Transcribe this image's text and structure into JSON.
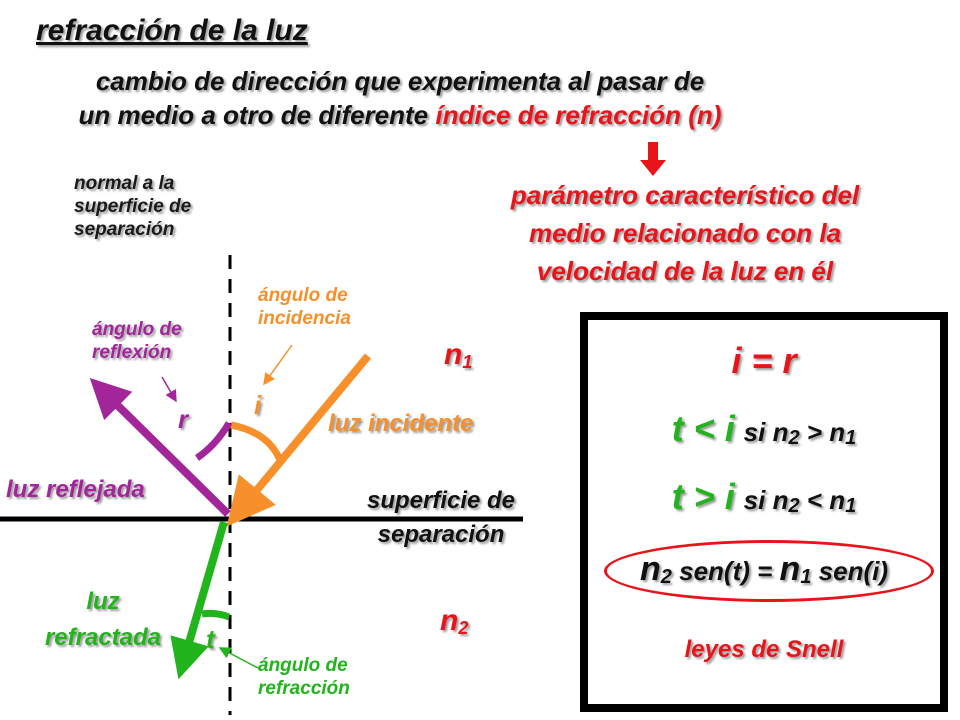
{
  "title": "refracción de la luz",
  "definition": {
    "line1": "cambio de dirección que experimenta  al pasar de",
    "line2_plain": "un medio a otro de diferente ",
    "line2_red": "índice de refracción (n)"
  },
  "parameter": {
    "line1": "parámetro característico del",
    "line2": "medio relacionado con la",
    "line3": "velocidad de la luz en él"
  },
  "labels": {
    "normal_1": "normal a la",
    "normal_2": "superficie de",
    "normal_3": "separación",
    "incidence_1": "ángulo de",
    "incidence_2": "incidencia",
    "reflection_1": "ángulo de",
    "reflection_2": "reflexión",
    "refraction_1": "ángulo de",
    "refraction_2": "refracción",
    "i": "i",
    "r": "r",
    "t": "t",
    "incident_light": "luz incidente",
    "reflected_light": "luz reflejada",
    "refracted_1": "luz",
    "refracted_2": "refractada",
    "surface_1": "superficie de",
    "surface_2": "separación",
    "n1": "n",
    "n1_sub": "1",
    "n2": "n",
    "n2_sub": "2"
  },
  "laws": {
    "law1": "i = r",
    "law2_main": "t < i",
    "law2_cond": "si n",
    "law2_sub1": "2",
    "law2_op": " > n",
    "law2_sub2": "1",
    "law3_main": "t > i",
    "law3_cond": "si n",
    "law3_sub1": "2",
    "law3_op": " < n",
    "law3_sub2": "1",
    "snell_a": "n",
    "snell_sub1": "2",
    "snell_b": " sen(t) = ",
    "snell_c": "n",
    "snell_sub2": "1",
    "snell_d": " sen(i)",
    "snell_name": "leyes de Snell"
  },
  "colors": {
    "incident": "#f7902a",
    "reflected": "#a2259a",
    "refracted": "#22b41c",
    "accent": "#e8141a"
  }
}
